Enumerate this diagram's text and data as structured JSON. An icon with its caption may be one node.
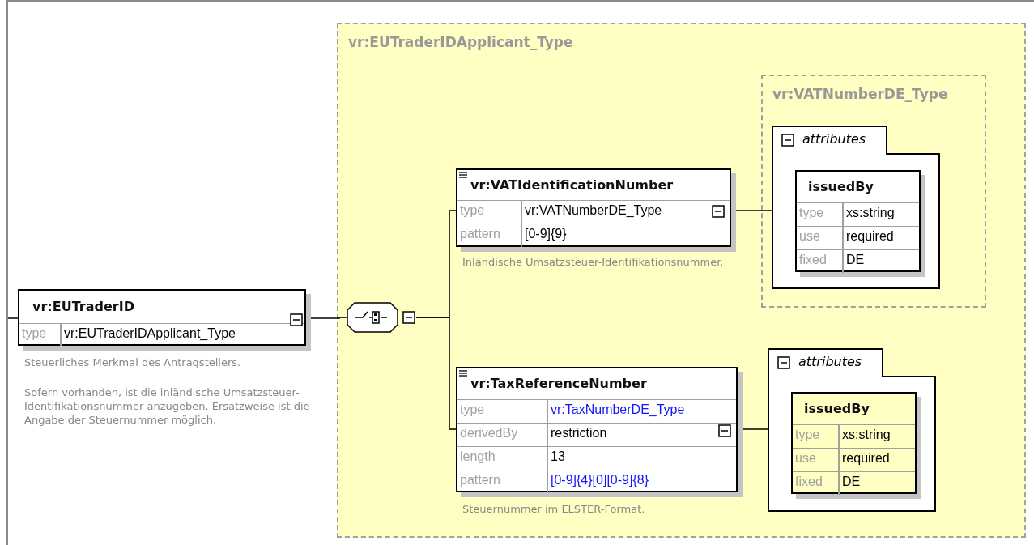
{
  "diagram": {
    "nodes": [
      {
        "text": [
          "vr:EUTraderIDApplicant_Type"
        ]
      },
      {
        "text": [
          "vr:EUTraderID",
          "type",
          "vr:EUTraderIDApplicant_Type"
        ],
        "beside": [
          "Steuerliches Merkmal des Antragstellers.",
          "Sofern vorhanden, ist die inländische Umsatzsteuer-Identifikationsnummer anzugeben. Ersatzweise ist die Angabe der Steuernummer möglich."
        ]
      },
      {
        "text": [],
        "shape": "octagon",
        "in": 0
      },
      {
        "text": [
          "vr:VATIdentificationNumber",
          "type",
          "vr:VATNumberDE_Type",
          "pattern",
          "[0-9]{9}"
        ],
        "beside": [
          "Inländische Umsatzsteuer-Identifikationsnummer."
        ],
        "in": 0
      },
      {
        "text": [
          "vr:VATNumberDE_Type"
        ],
        "in": 0
      },
      {
        "text": [
          "attributes"
        ],
        "in": 4
      },
      {
        "text": [
          "issuedBy",
          "type",
          "xs:string",
          "use",
          "required",
          "fixed",
          "DE"
        ],
        "in": 5
      },
      {
        "text": [
          "vr:TaxReferenceNumber",
          "type",
          "vr:TaxNumberDE_Type",
          "derivedBy",
          "restriction",
          "length",
          "13",
          "pattern",
          "[0-9]{4}[0][0-9]{8}"
        ],
        "beside": [
          "Steuernummer im ELSTER-Format."
        ],
        "in": 0
      },
      {
        "text": [
          "attributes"
        ],
        "in": 0
      },
      {
        "text": [
          "issuedBy",
          "type",
          "xs:string",
          "use",
          "required",
          "fixed",
          "DE"
        ],
        "in": 8
      }
    ],
    "edges": [
      {
        "from": null,
        "to": 1,
        "arrow": "none"
      },
      {
        "from": 1,
        "to": 2,
        "arrow": "none"
      },
      {
        "from": 2,
        "to": 3,
        "arrow": "none"
      },
      {
        "from": 2,
        "to": 7,
        "arrow": "none"
      },
      {
        "from": 3,
        "to": 5,
        "arrow": "none"
      },
      {
        "from": 7,
        "to": 8,
        "arrow": "none"
      }
    ]
  }
}
